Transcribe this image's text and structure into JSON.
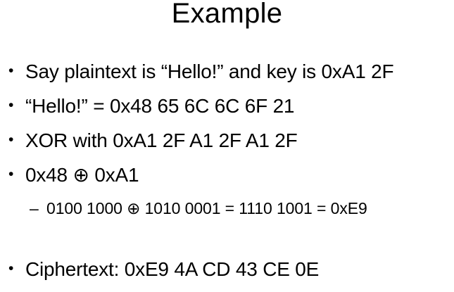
{
  "slide": {
    "title": "Example",
    "bullet_symbol": "•",
    "dash_symbol": "–",
    "bullets": [
      {
        "text": "Say plaintext is “Hello!” and key is 0xA1 2F"
      },
      {
        "text": "“Hello!” = 0x48 65 6C 6C 6F 21"
      },
      {
        "text": "XOR with  0xA1 2F A1 2F A1 2F"
      },
      {
        "text": "0x48 ⊕ 0xA1"
      },
      {
        "text": "Ciphertext: 0xE9 4A CD 43 CE 0E"
      }
    ],
    "sub_bullet": {
      "text": "0100 1000 ⊕ 1010 0001 = 1110 1001 = 0xE9"
    }
  }
}
